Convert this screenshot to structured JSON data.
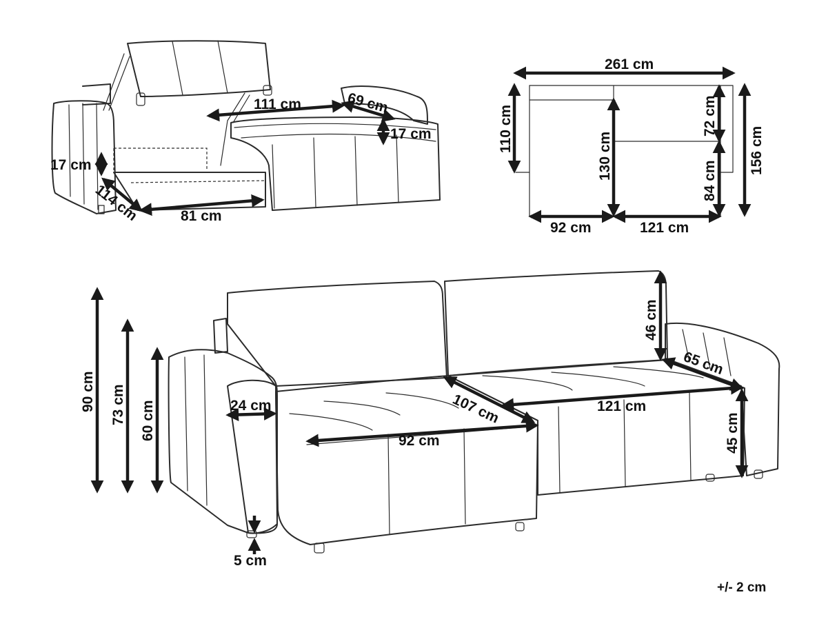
{
  "colors": {
    "ink": "#1a1a1a",
    "background": "#ffffff"
  },
  "storage_view": {
    "labels": {
      "storage_length": "111 cm",
      "chaise_seat_width": "69 cm",
      "cushion_height_right": "17 cm",
      "storage_depth_left": "17 cm",
      "storage_depth": "114 cm",
      "storage_width": "81 cm"
    }
  },
  "top_view": {
    "labels": {
      "total_width": "261 cm",
      "back_depth": "110 cm",
      "chaise_inner": "130 cm",
      "seat_depth_upper": "72 cm",
      "seat_depth_lower": "84 cm",
      "total_depth": "156 cm",
      "chaise_width": "92 cm",
      "sofa_width": "121 cm"
    }
  },
  "front_view": {
    "labels": {
      "total_height": "90 cm",
      "armrest_height": "73 cm",
      "arm_front_height": "60 cm",
      "armrest_width": "24 cm",
      "chaise_seat_width": "92 cm",
      "chaise_seat_depth": "107 cm",
      "sofa_seat_width": "121 cm",
      "seat_depth": "65 cm",
      "backrest_height": "46 cm",
      "seat_height": "45 cm",
      "leg_height": "5 cm"
    }
  },
  "tolerance": "+/- 2 cm"
}
